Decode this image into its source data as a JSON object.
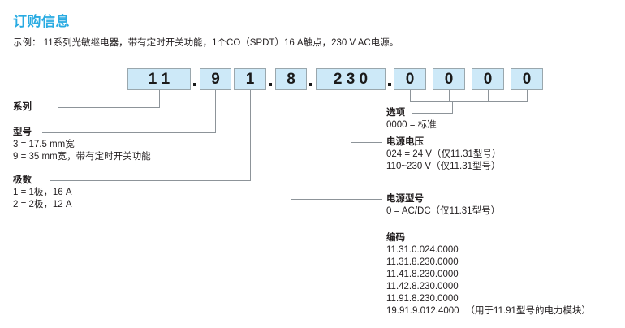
{
  "header": {
    "title": "订购信息",
    "example": "示例： 11系列光敏继电器，带有定时开关功能，1个CO（SPDT）16 A触点，230 V AC电源。"
  },
  "code": {
    "segments": [
      {
        "id": "series",
        "digits": "1 1"
      },
      {
        "id": "type",
        "digits": "9"
      },
      {
        "id": "poles",
        "digits": "1"
      },
      {
        "id": "supply",
        "digits": "8"
      },
      {
        "id": "voltage",
        "digits": "2 3 0"
      },
      {
        "id": "opt1",
        "digits": "0"
      },
      {
        "id": "opt2",
        "digits": "0"
      },
      {
        "id": "opt3",
        "digits": "0"
      },
      {
        "id": "opt4",
        "digits": "0"
      }
    ],
    "separators": [
      ".",
      ".",
      ".",
      "."
    ],
    "full_value": "11.91.8.230.0000",
    "box_fill": "#cde9f8",
    "box_border": "#9aa7ad"
  },
  "left_labels": {
    "series": {
      "heading": "系列",
      "rows": []
    },
    "type": {
      "heading": "型号",
      "rows": [
        "3 = 17.5 mm宽",
        "9 = 35 mm宽，带有定时开关功能"
      ]
    },
    "poles": {
      "heading": "极数",
      "rows": [
        "1 = 1极，16 A",
        "2 = 2极，12 A"
      ]
    }
  },
  "right_labels": {
    "options": {
      "heading": "选项",
      "rows": [
        "0000 = 标准"
      ]
    },
    "voltage": {
      "heading": "电源电压",
      "rows": [
        "024 =  24 V（仅11.31型号）",
        "110~230 V（仅11.31型号）"
      ]
    },
    "supply_type": {
      "heading": "电源型号",
      "rows": [
        "0 = AC/DC（仅11.31型号）"
      ]
    },
    "codes": {
      "heading": "编码",
      "rows": [
        {
          "code": "11.31.0.024.0000",
          "note": ""
        },
        {
          "code": "11.31.8.230.0000",
          "note": ""
        },
        {
          "code": "11.41.8.230.0000",
          "note": ""
        },
        {
          "code": "11.42.8.230.0000",
          "note": ""
        },
        {
          "code": "11.91.8.230.0000",
          "note": ""
        },
        {
          "code": "19.91.9.012.4000",
          "note": "（用于11.91型号的电力模块）"
        }
      ]
    }
  },
  "colors": {
    "accent": "#29abe2",
    "line": "#8d9499",
    "text": "#231f20"
  }
}
